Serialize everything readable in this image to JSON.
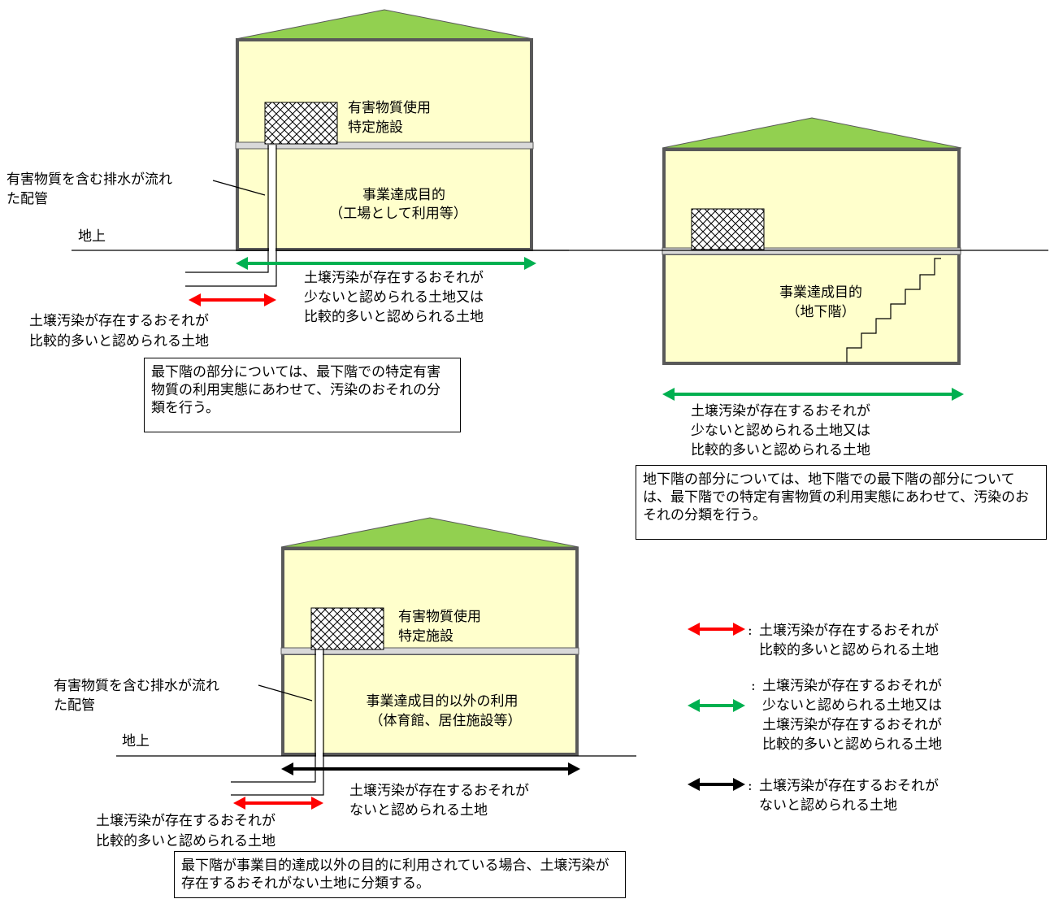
{
  "colors": {
    "roof": "#92d050",
    "wall_fill": "#ffffcc",
    "wall_stroke": "#595959",
    "wall_band": "#d9d9d9",
    "red": "#ff0000",
    "green": "#00b050",
    "black": "#000000"
  },
  "figure1": {
    "facility_label": [
      "有害物質使用",
      "特定施設"
    ],
    "floor_label": [
      "事業達成目的",
      "（工場として利用等）"
    ],
    "pipe_label": [
      "有害物質を含む排水が流れ",
      "た配管"
    ],
    "ground_label": "地上",
    "green_label": [
      "土壌汚染が存在するおそれが",
      "少ないと認められる土地又は",
      "比較的多いと認められる土地"
    ],
    "red_label": [
      "土壌汚染が存在するおそれが",
      "比較的多いと認められる土地"
    ],
    "note": "最下階の部分については、最下階での特定有害物質の利用実態にあわせて、汚染のおそれの分類を行う。"
  },
  "figure2": {
    "floor_label": [
      "事業達成目的",
      "（地下階）"
    ],
    "green_label": [
      "土壌汚染が存在するおそれが",
      "少ないと認められる土地又は",
      "比較的多いと認められる土地"
    ],
    "note": "地下階の部分については、地下階での最下階の部分については、最下階での特定有害物質の利用実態にあわせて、汚染のおそれの分類を行う。"
  },
  "figure3": {
    "facility_label": [
      "有害物質使用",
      "特定施設"
    ],
    "floor_label": [
      "事業達成目的以外の利用",
      "（体育館、居住施設等）"
    ],
    "pipe_label": [
      "有害物質を含む排水が流れ",
      "た配管"
    ],
    "ground_label": "地上",
    "black_label": [
      "土壌汚染が存在するおそれが",
      "ないと認められる土地"
    ],
    "red_label": [
      "土壌汚染が存在するおそれが",
      "比較的多いと認められる土地"
    ],
    "note": "最下階が事業目的達成以外の目的に利用されている場合、土壌汚染が存在するおそれがない土地に分類する。"
  },
  "legend": {
    "red": [
      "土壌汚染が存在するおそれが",
      "比較的多いと認められる土地"
    ],
    "green": [
      "土壌汚染が存在するおそれが",
      "少ないと認められる土地又は",
      "土壌汚染が存在するおそれが",
      "比較的多いと認められる土地"
    ],
    "black": [
      "土壌汚染が存在するおそれが",
      "ないと認められる土地"
    ]
  }
}
